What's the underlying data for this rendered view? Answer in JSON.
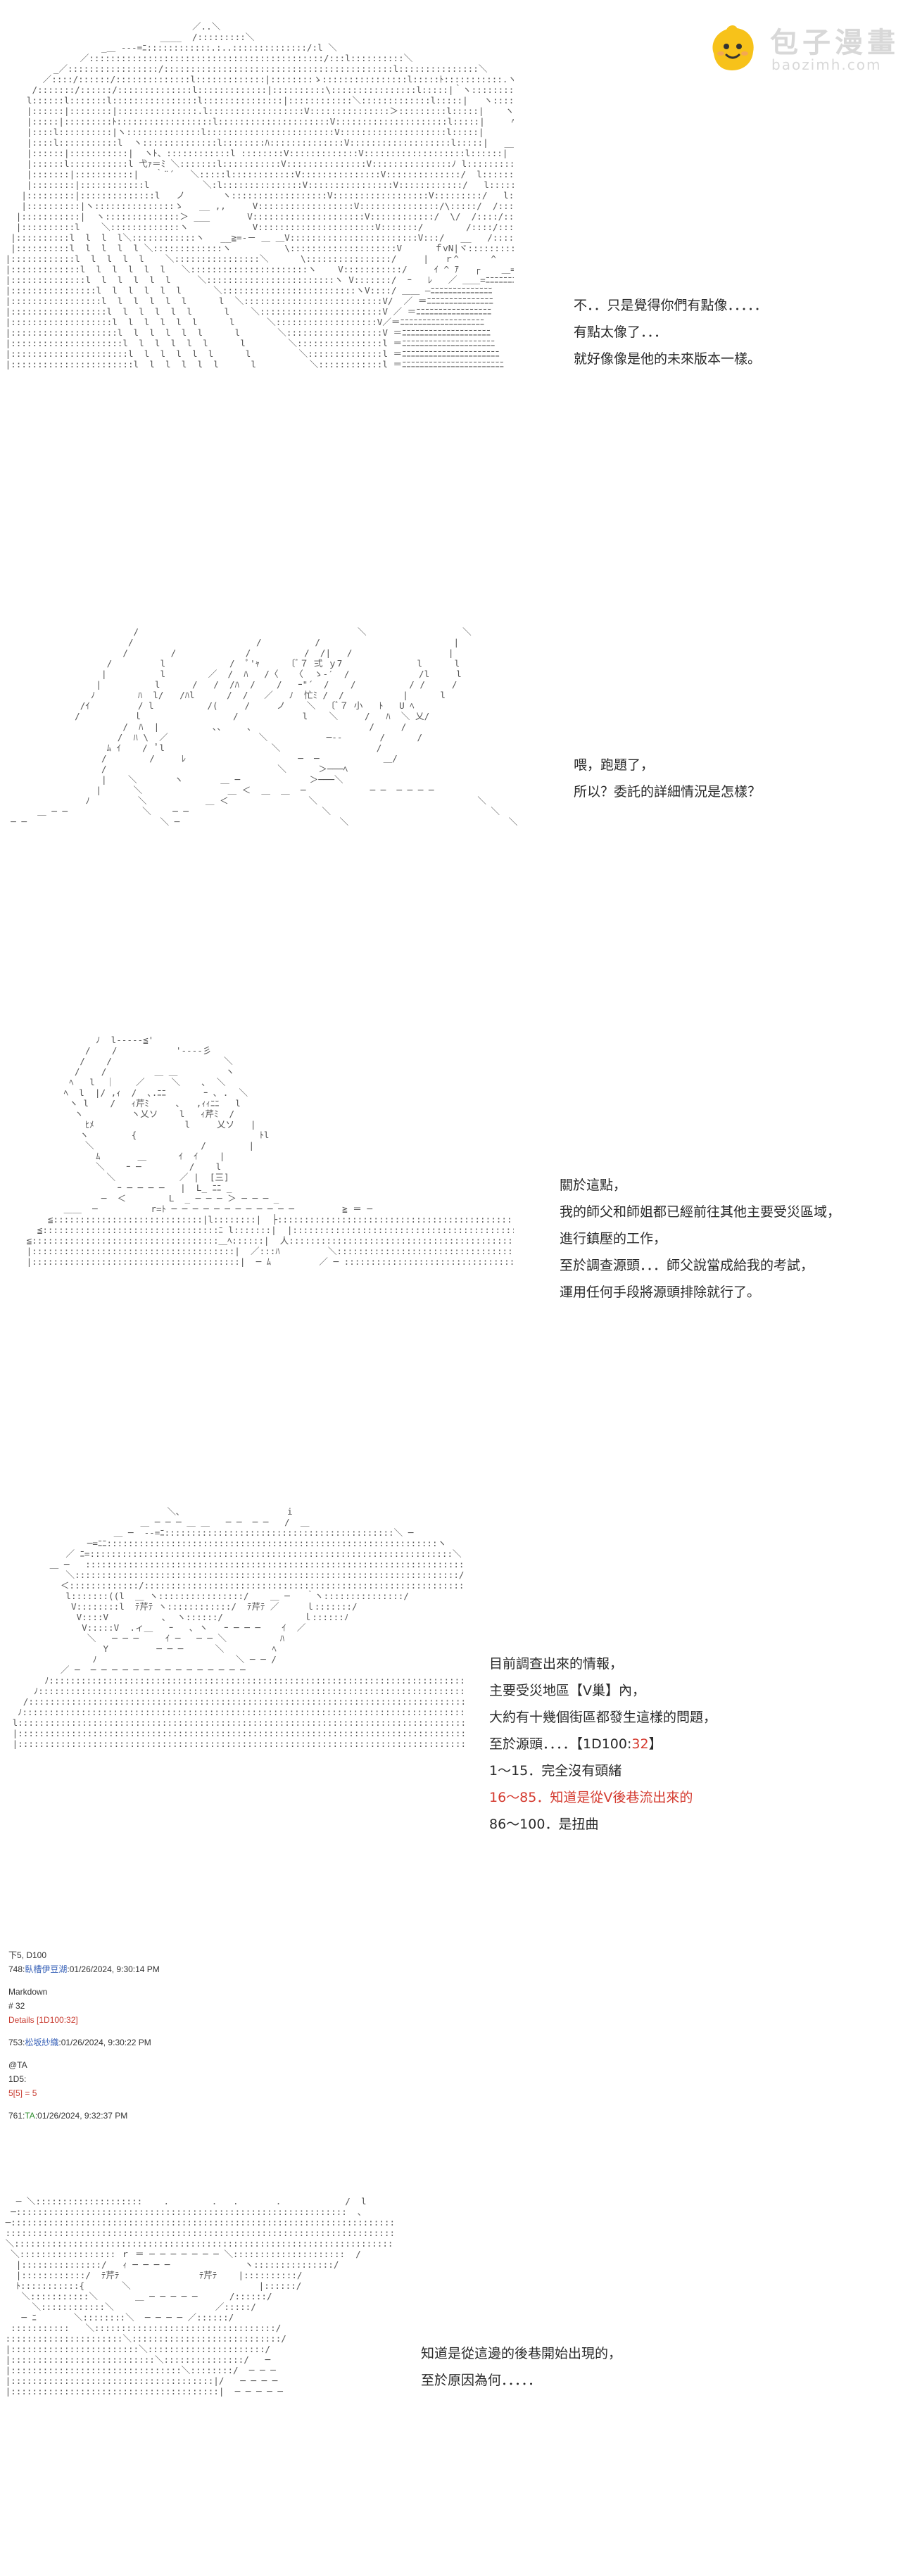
{
  "brand": {
    "title": "包子漫畫",
    "url": "baozimh.com"
  },
  "panels": [
    {
      "lines": [
        "不．．只是覺得你們有點像．．．．．",
        "有點太像了．．．",
        "就好像像是他的未來版本一樣。"
      ]
    },
    {
      "lines": [
        "喂，跑題了，",
        "所以？委託的詳細情況是怎樣？"
      ]
    },
    {
      "lines": [
        "關於這點，",
        "我的師父和師姐都已經前往其他主要受災區域，",
        "進行鎮壓的工作，",
        "至於調查源頭．．．師父說當成給我的考試，",
        "運用任何手段將源頭排除就行了。"
      ]
    },
    {
      "lines": [
        "目前調查出來的情報，",
        "主要受災地區【V巢】內，",
        "大約有十幾個街區都發生這樣的問題，"
      ],
      "roll_prefix": "至於源頭．．．．【1D100:",
      "roll_value": "32",
      "roll_suffix": "】",
      "options": [
        "1～15．完全沒有頭緒",
        "16～85．知道是從V後巷流出來的",
        "86～100．是扭曲"
      ]
    },
    {
      "lines": [
        "知道是從這邊的後巷開始出現的，",
        "至於原因為何．．．．．"
      ]
    }
  ],
  "posts": {
    "caption": "下5, D100",
    "post1_id": "748:",
    "post1_name": "臥槽伊豆湖",
    "post1_time": ":01/26/2024, 9:30:14 PM",
    "post1_lines": [
      "Markdown",
      "# 32"
    ],
    "post1_details": "Details [1D100:32]",
    "post2_id": "753:",
    "post2_name": "松坂紗織",
    "post2_time": ":01/26/2024, 9:30:22 PM",
    "post2_lines": [
      "@TA",
      "1D5:"
    ],
    "post2_roll": "5[5] = 5",
    "post3_id": "761:",
    "post3_name": "TA",
    "post3_time": ":01/26/2024, 9:32:37 PM"
  },
  "colors": {
    "text": "#2a2a2a",
    "ascii": "#555555",
    "red": "#d43a2f",
    "link_blue": "#3a63b8",
    "link_green": "#2f8f2f",
    "logo_gray": "#d8d8d8",
    "logo_yellow": "#f7c21a"
  }
}
